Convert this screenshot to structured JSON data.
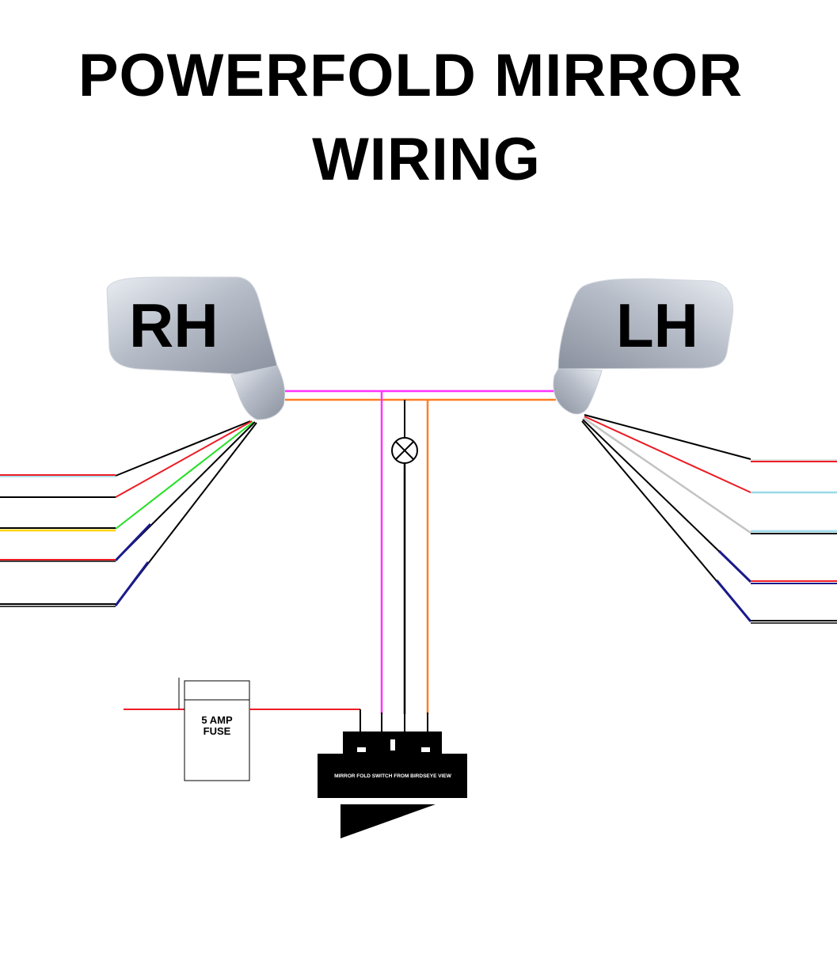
{
  "title": {
    "line1": "POWERFOLD MIRROR",
    "line2": "WIRING"
  },
  "mirrors": {
    "right": {
      "label": "RH"
    },
    "left": {
      "label": "LH"
    }
  },
  "fuse": {
    "line1": "5 AMP",
    "line2": "FUSE"
  },
  "switch": {
    "caption": "MIRROR FOLD SWITCH FROM BIRDSEYE VIEW"
  },
  "colors": {
    "pink": "#ff33ff",
    "orange": "#ff7f27",
    "red": "#ed1c24",
    "black": "#000000",
    "green": "#22e022",
    "navy": "#1a1a8c",
    "yellow": "#ffd200",
    "light_blue": "#99d9ea",
    "gray": "#c3c3c3",
    "mirror_body": "#b9bec8"
  },
  "icons": {
    "lamp": "lamp-icon",
    "mirror": "mirror-icon",
    "fuse": "fuse-icon",
    "switch": "switch-icon"
  }
}
